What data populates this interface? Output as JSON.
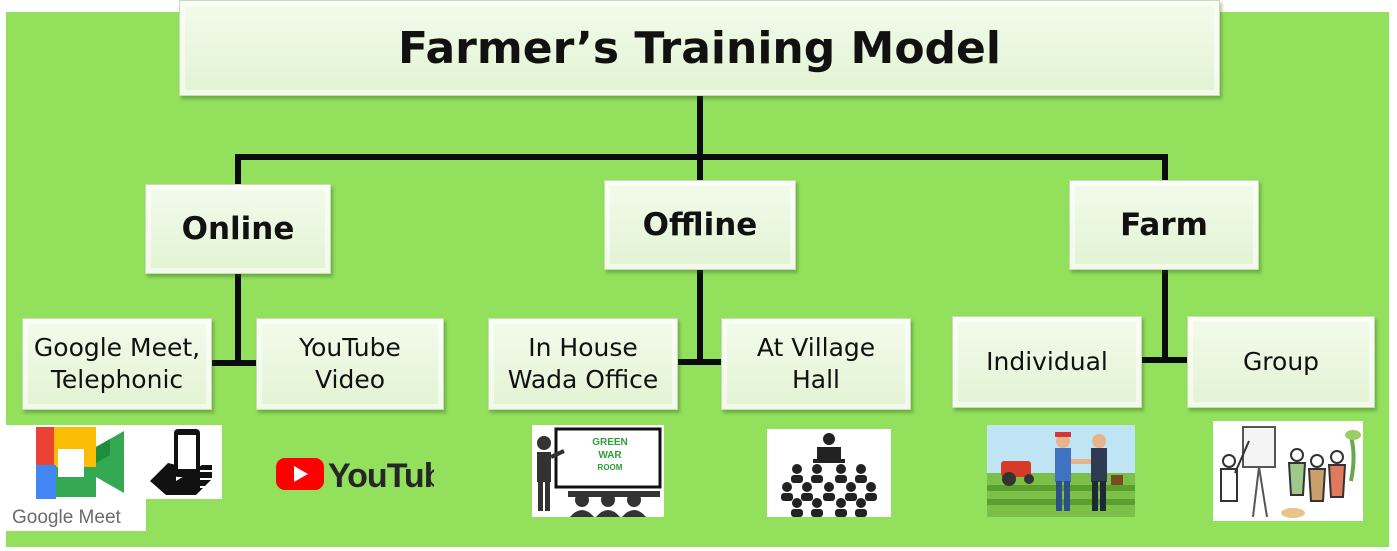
{
  "title": "Farmer’s Training Model",
  "categories": [
    {
      "label": "Online",
      "items": [
        {
          "lines": [
            "Google Meet,",
            "Telephonic"
          ]
        },
        {
          "lines": [
            "YouTube",
            "Video"
          ]
        }
      ]
    },
    {
      "label": "Offline",
      "items": [
        {
          "lines": [
            "In House",
            "Wada Office"
          ]
        },
        {
          "lines": [
            "At Village",
            "Hall"
          ]
        }
      ]
    },
    {
      "label": "Farm",
      "items": [
        {
          "lines": [
            "Individual"
          ]
        },
        {
          "lines": [
            "Group"
          ]
        }
      ]
    }
  ],
  "logos": {
    "google_meet": "Google Meet",
    "youtube": "YouTube"
  },
  "whiteboard_text": [
    "GREEN",
    "WAR",
    "ROOM"
  ],
  "colors": {
    "background": "#92e05c",
    "box_fill": "#e8f6dc",
    "connector": "#0b0b0b",
    "youtube_red": "#ff0000"
  }
}
